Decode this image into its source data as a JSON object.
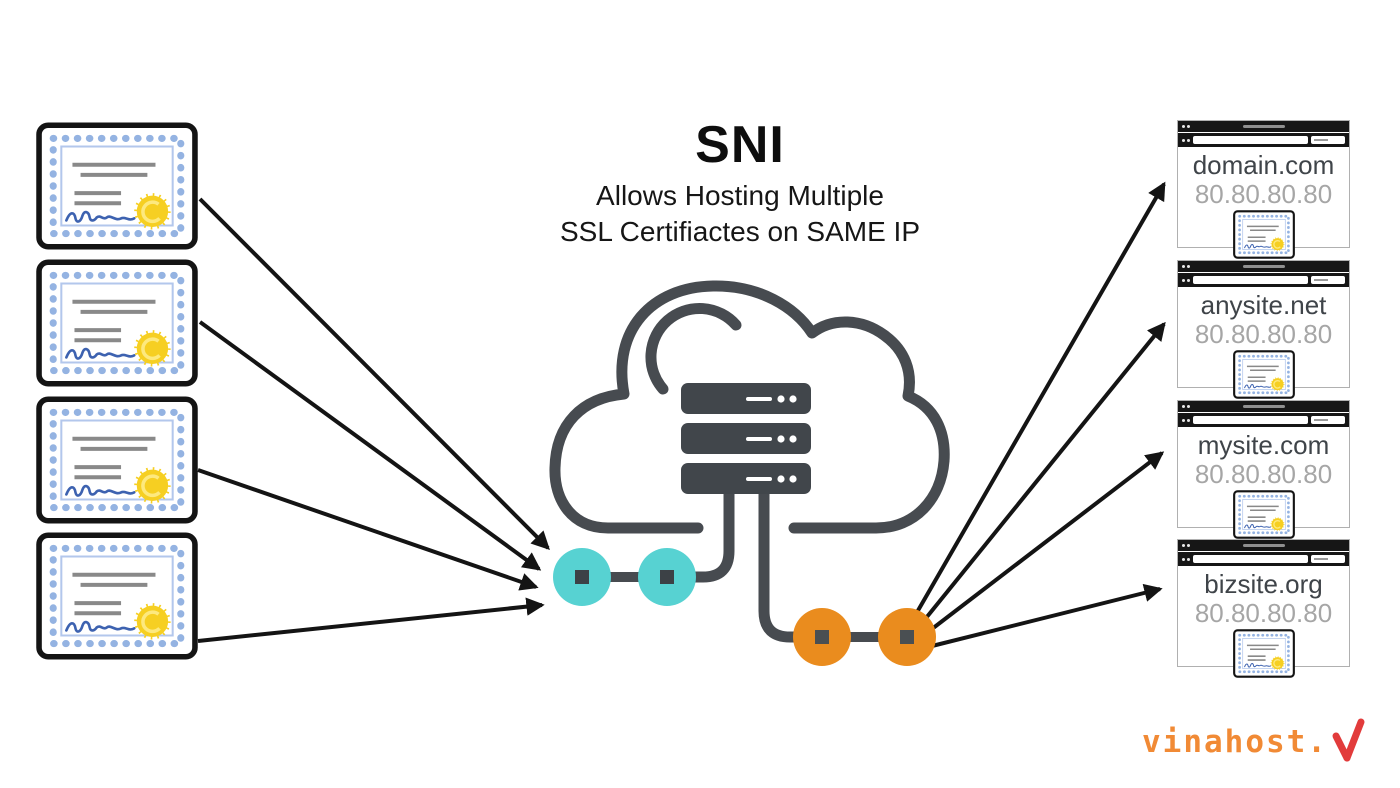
{
  "title": {
    "heading": "SNI",
    "subtitle_line1": "Allows Hosting Multiple",
    "subtitle_line2": "SSL Certifiactes on SAME IP"
  },
  "left_column": {
    "item": "ssl-certificate-icon",
    "certificate_count": 4
  },
  "diagram": {
    "cloud": "cloud-server-icon",
    "server_rack_units": 3,
    "sni_connector": "teal-port-pair",
    "ip_connector": "orange-port-pair"
  },
  "websites": [
    {
      "domain": "domain.com",
      "ip": "80.80.80.80"
    },
    {
      "domain": "anysite.net",
      "ip": "80.80.80.80"
    },
    {
      "domain": "mysite.com",
      "ip": "80.80.80.80"
    },
    {
      "domain": "bizsite.org",
      "ip": "80.80.80.80"
    }
  ],
  "logo": {
    "text": "vinahost."
  },
  "colors": {
    "teal": "#57d2d2",
    "orange": "#ea8c1e",
    "diagram-dark": "#474b50",
    "server-dark": "#41464b",
    "arrow-black": "#141414",
    "logo-orange": "#f18a35",
    "logo-red": "#e23b3b"
  }
}
